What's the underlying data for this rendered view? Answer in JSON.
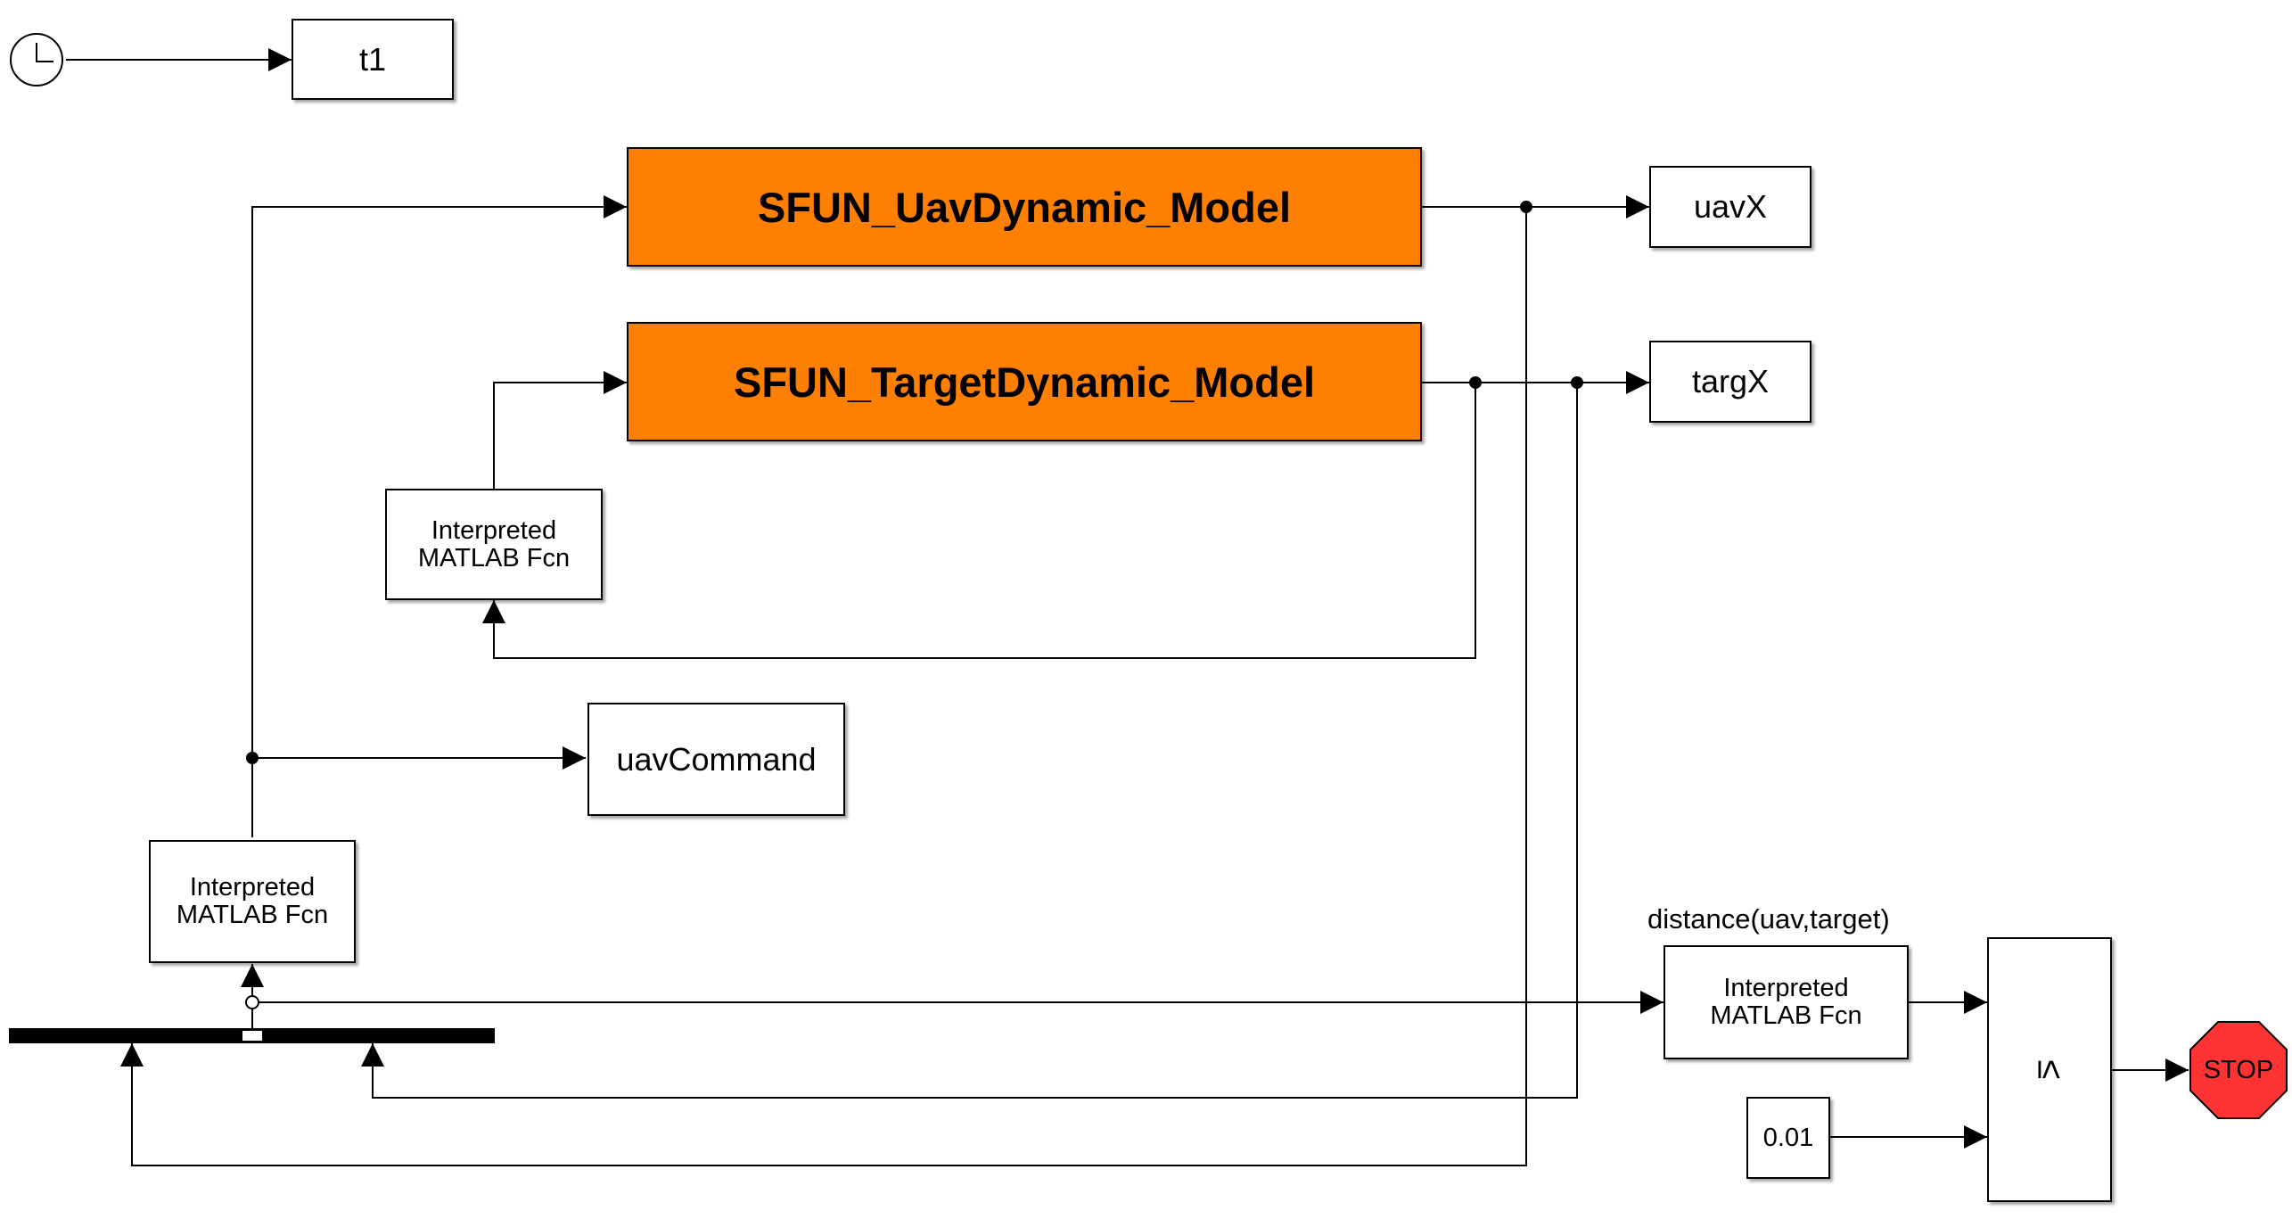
{
  "diagram": {
    "blocks": {
      "clock": {
        "icon": "clock-icon"
      },
      "t1": {
        "label": "t1"
      },
      "uav_model": {
        "label": "SFUN_UavDynamic_Model",
        "color": "#ff8000"
      },
      "target_model": {
        "label": "SFUN_TargetDynamic_Model",
        "color": "#ff8000"
      },
      "uavx": {
        "label": "uavX"
      },
      "targx": {
        "label": "targX"
      },
      "fcn_target": {
        "line1": "Interpreted",
        "line2": "MATLAB Fcn"
      },
      "uav_command": {
        "label": "uavCommand"
      },
      "fcn_uav": {
        "line1": "Interpreted",
        "line2": "MATLAB Fcn"
      },
      "fcn_distance": {
        "line1": "Interpreted",
        "line2": "MATLAB Fcn",
        "name": "distance(uav,target)"
      },
      "constant": {
        "label": "0.01"
      },
      "compare": {
        "label": "≤"
      },
      "stop": {
        "label": "STOP",
        "color": "#ff3333"
      }
    }
  }
}
